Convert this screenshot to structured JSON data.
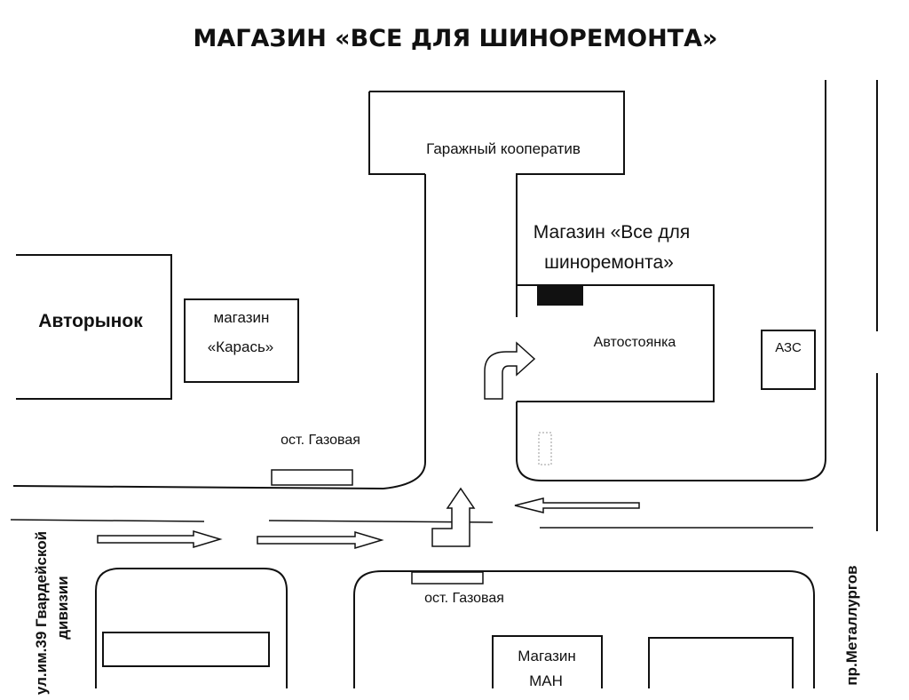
{
  "map": {
    "title": "МАГАЗИН «ВСЕ ДЛЯ ШИНОРЕМОНТА»",
    "garage": "Гаражный кооператив",
    "shop_line1": "Магазин «Все для",
    "shop_line2": "шиноремонта»",
    "avtorynok": "Авторынок",
    "karas_line1": "магазин",
    "karas_line2": "«Карась»",
    "parking": "Автостоянка",
    "gas_station": "АЗС",
    "bus_stop_top": "ост. Газовая",
    "bus_stop_bottom": "ост. Газовая",
    "man_line1": "Магазин",
    "man_line2": "МАН",
    "street_left_line1": "ул.им.39 Гвардейской",
    "street_left_line2": "дивизии",
    "street_right": "пр.Металлургов"
  }
}
